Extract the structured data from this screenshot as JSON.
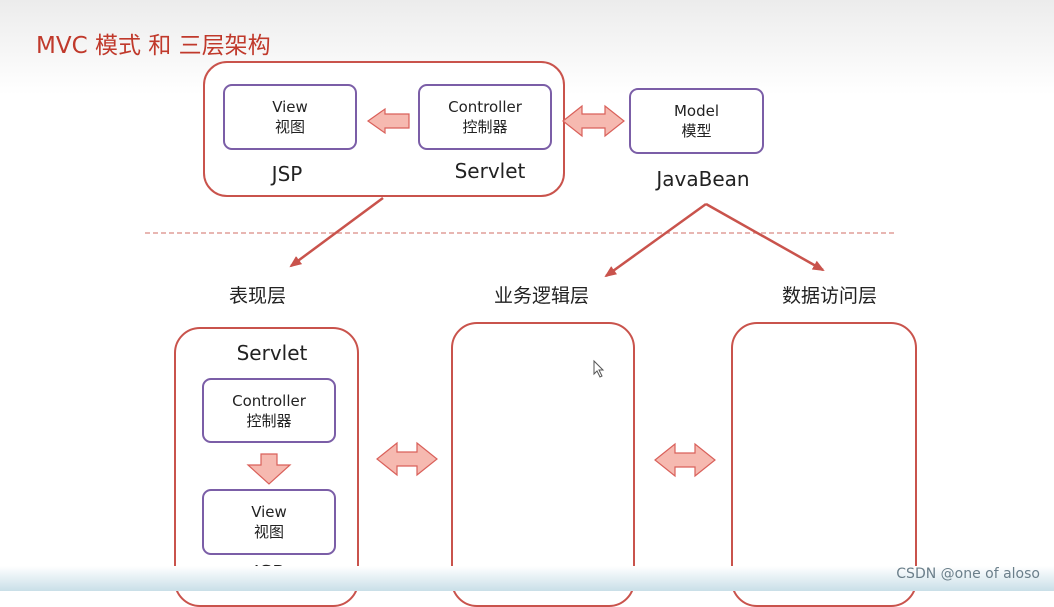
{
  "title": "MVC 模式 和 三层架构",
  "top": {
    "view": {
      "line1": "View",
      "line2": "视图"
    },
    "controller": {
      "line1": "Controller",
      "line2": "控制器"
    },
    "model": {
      "line1": "Model",
      "line2": "模型"
    },
    "jsp_label": "JSP",
    "servlet_label": "Servlet",
    "javabean_label": "JavaBean"
  },
  "layers": {
    "presentation": "表现层",
    "business": "业务逻辑层",
    "data_access": "数据访问层"
  },
  "bottom": {
    "servlet_label": "Servlet",
    "controller": {
      "line1": "Controller",
      "line2": "控制器"
    },
    "view": {
      "line1": "View",
      "line2": "视图"
    },
    "jsp_label": "JSP"
  },
  "watermark": "CSDN @one of aloso",
  "colors": {
    "title_red": "#c0392b",
    "box_red": "#c9534c",
    "box_purple": "#7b5ea7",
    "arrow_fill": "#f6b9b0",
    "arrow_stroke": "#d9605a"
  },
  "icons": [
    "left-arrow-icon",
    "double-arrow-icon",
    "down-arrow-icon",
    "mouse-cursor-icon"
  ]
}
